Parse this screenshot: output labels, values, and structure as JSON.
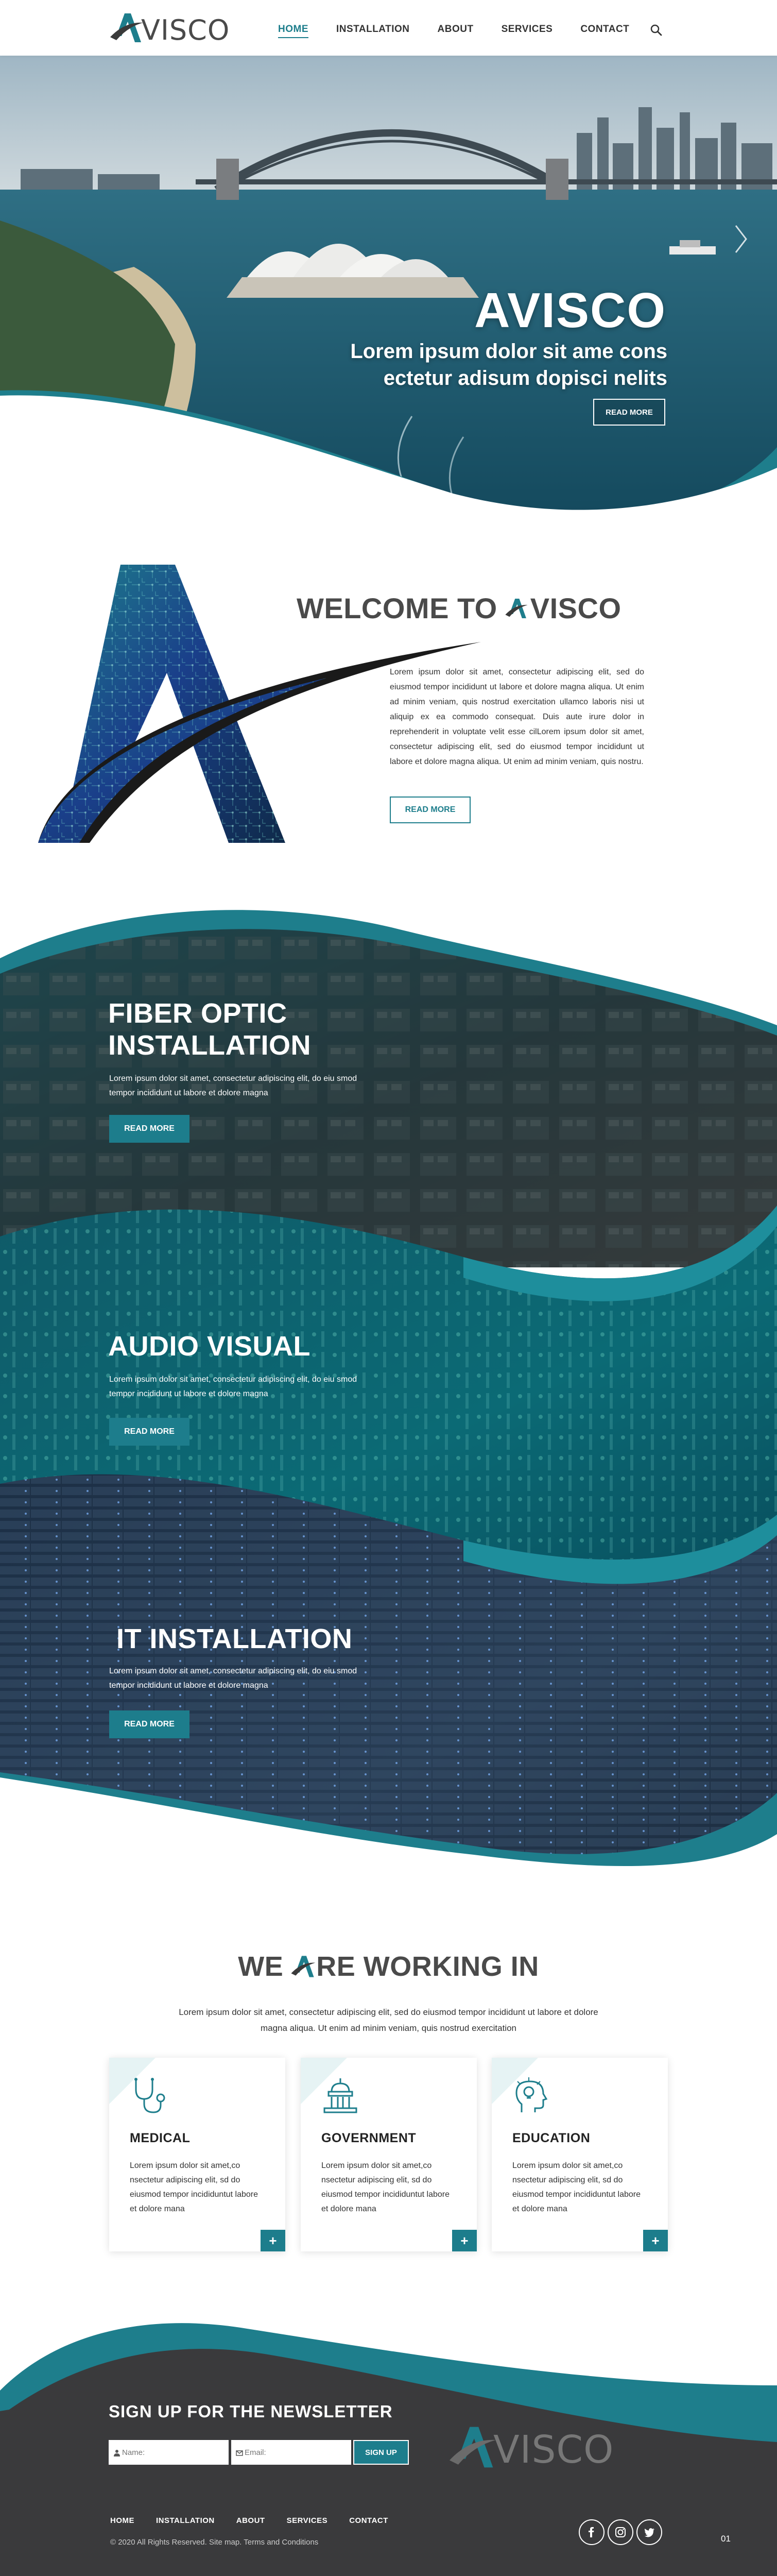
{
  "header": {
    "brand": "VISCO",
    "nav": [
      "HOME",
      "INSTALLATION",
      "ABOUT",
      "SERVICES",
      "CONTACT"
    ]
  },
  "hero": {
    "title": "AVISCO",
    "subtitle": "Lorem ipsum dolor sit ame cons ectetur adisum dopisci nelits",
    "button": "READ MORE"
  },
  "welcome": {
    "title_prefix": "WELCOME TO",
    "title_brand": "VISCO",
    "text": "Lorem ipsum dolor sit amet, consectetur adipiscing elit, sed do eiusmod tempor incididunt ut labore et dolore magna aliqua. Ut enim ad minim veniam, quis nostrud exercitation ullamco laboris nisi ut aliquip ex ea commodo consequat. Duis aute irure dolor in reprehenderit in voluptate velit esse cilLorem ipsum dolor sit amet, consectetur adipiscing elit, sed do eiusmod tempor incididunt ut labore et dolore magna aliqua. Ut enim ad minim veniam, quis nostru.",
    "button": "READ MORE"
  },
  "services": [
    {
      "title": "FIBER OPTIC INSTALLATION",
      "text": "Lorem ipsum dolor sit amet, consectetur adipiscing elit, do eiu smod tempor incididunt ut labore et dolore magna",
      "button": "READ MORE"
    },
    {
      "title": "AUDIO VISUAL",
      "text": "Lorem ipsum dolor sit amet, consectetur adipiscing elit, do eiu smod tempor incididunt ut labore et dolore magna",
      "button": "READ MORE"
    },
    {
      "title": "IT INSTALLATION",
      "text": "Lorem ipsum dolor sit amet, consectetur adipiscing elit, do eiu smod tempor incididunt ut labore et dolore magna",
      "button": "READ MORE"
    }
  ],
  "working": {
    "title_prefix": "WE",
    "title_suffix": "RE WORKING IN",
    "text": "Lorem ipsum dolor sit amet, consectetur adipiscing elit, sed do eiusmod tempor incididunt ut labore et dolore magna aliqua. Ut enim ad minim veniam, quis nostrud exercitation",
    "cards": [
      {
        "icon": "stethoscope-icon",
        "title": "MEDICAL",
        "text": "Lorem ipsum dolor sit amet,co nsectetur adipiscing elit, sd do eiusmod tempor incididuntut labore et dolore mana",
        "button": "+"
      },
      {
        "icon": "capitol-building-icon",
        "title": "GOVERNMENT",
        "text": "Lorem ipsum dolor sit amet,co nsectetur adipiscing elit, sd do eiusmod tempor incididuntut labore et dolore mana",
        "button": "+"
      },
      {
        "icon": "lightbulb-head-icon",
        "title": "EDUCATION",
        "text": "Lorem ipsum dolor sit amet,co nsectetur adipiscing elit, sd do eiusmod tempor incididuntut labore et dolore mana",
        "button": "+"
      }
    ]
  },
  "footer": {
    "newsletter_title": "SIGN UP FOR THE NEWSLETTER",
    "name_placeholder": "Name:",
    "email_placeholder": "Email:",
    "signup_button": "SIGN UP",
    "brand": "VISCO",
    "nav": [
      "HOME",
      "INSTALLATION",
      "ABOUT",
      "SERVICES",
      "CONTACT"
    ],
    "copyright": "© 2020 All Rights Reserved. Site map. Terms and Conditions",
    "social": [
      "facebook-icon",
      "instagram-icon",
      "twitter-icon"
    ],
    "page_indicator": "01"
  },
  "colors": {
    "accent": "#1e7e8c",
    "dark": "#333333",
    "footer_bg": "#3a3a3c"
  }
}
